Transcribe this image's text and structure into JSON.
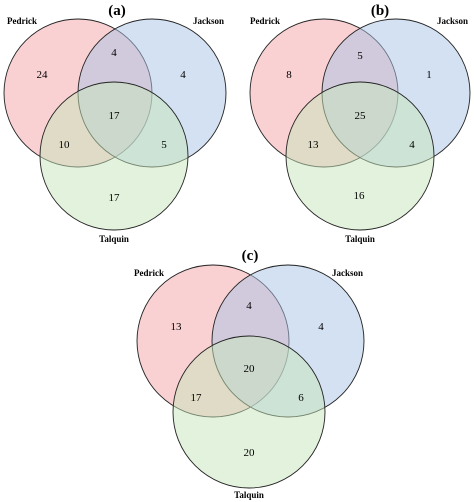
{
  "colors": {
    "set_a": "#f4a3a8",
    "set_b": "#a9c4e6",
    "set_c": "#c6e6b9"
  },
  "sets": [
    "Pedrick",
    "Jackson",
    "Talquin"
  ],
  "panels": [
    {
      "label": "(a)",
      "set_labels": [
        "Pedrick",
        "Jackson",
        "Talquin"
      ],
      "counts": {
        "a_only": "24",
        "b_only": "4",
        "c_only": "17",
        "ab_only": "4",
        "ac_only": "10",
        "bc_only": "5",
        "abc": "17"
      }
    },
    {
      "label": "(b)",
      "set_labels": [
        "Pedrick",
        "Jackson",
        "Talquin"
      ],
      "counts": {
        "a_only": "8",
        "b_only": "1",
        "c_only": "16",
        "ab_only": "5",
        "ac_only": "13",
        "bc_only": "4",
        "abc": "25"
      }
    },
    {
      "label": "(c)",
      "set_labels": [
        "Pedrick",
        "Jackson",
        "Talquin"
      ],
      "counts": {
        "a_only": "13",
        "b_only": "4",
        "c_only": "20",
        "ab_only": "4",
        "ac_only": "17",
        "bc_only": "6",
        "abc": "20"
      }
    }
  ]
}
